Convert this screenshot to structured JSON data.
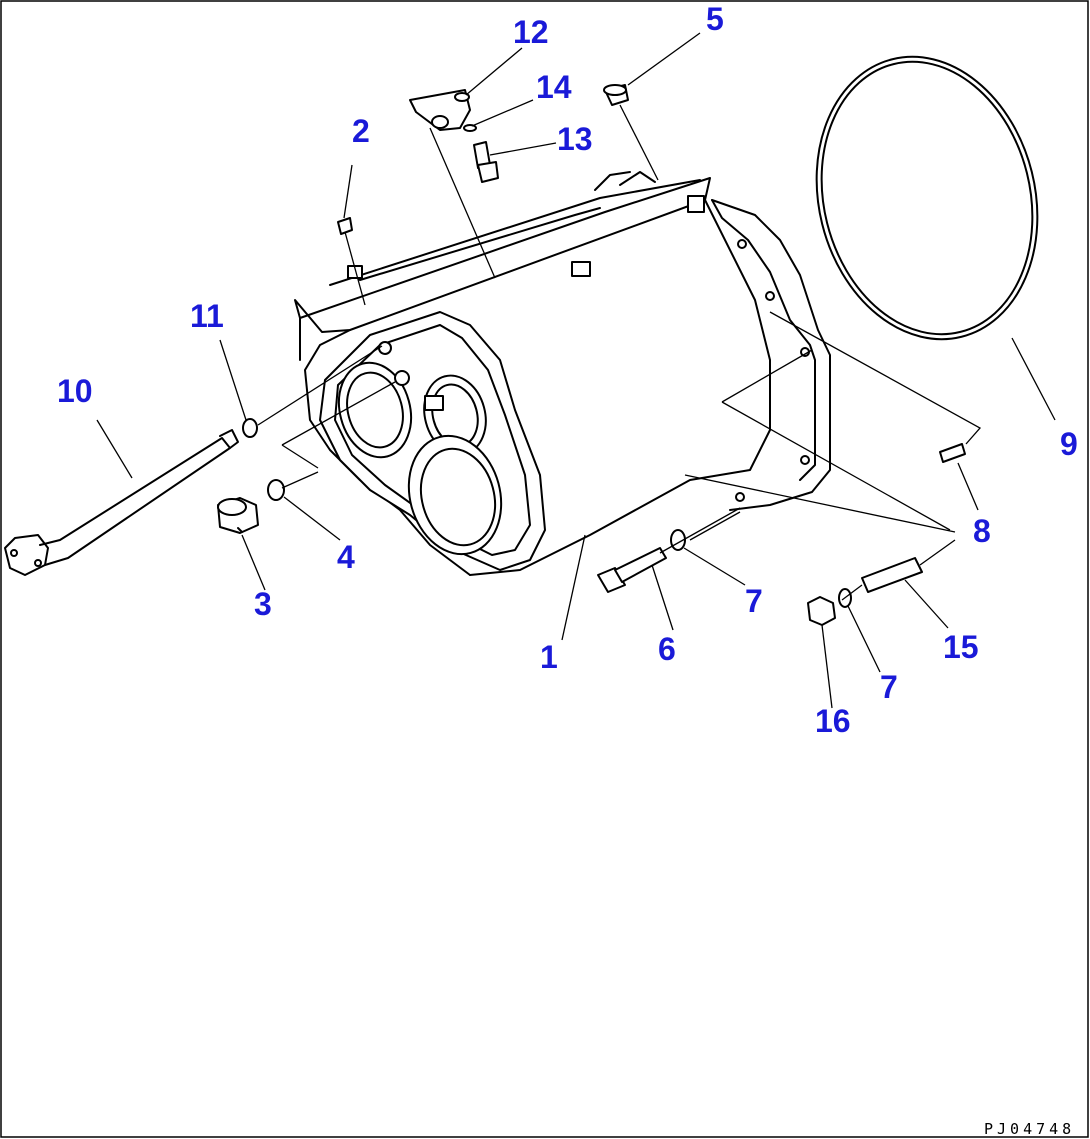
{
  "diagram": {
    "callout_color": "#1a1ad8",
    "drawing_code": "PJ04748",
    "callouts": [
      "1",
      "2",
      "3",
      "4",
      "5",
      "6",
      "7",
      "7",
      "8",
      "9",
      "10",
      "11",
      "12",
      "13",
      "14",
      "15",
      "16"
    ]
  }
}
